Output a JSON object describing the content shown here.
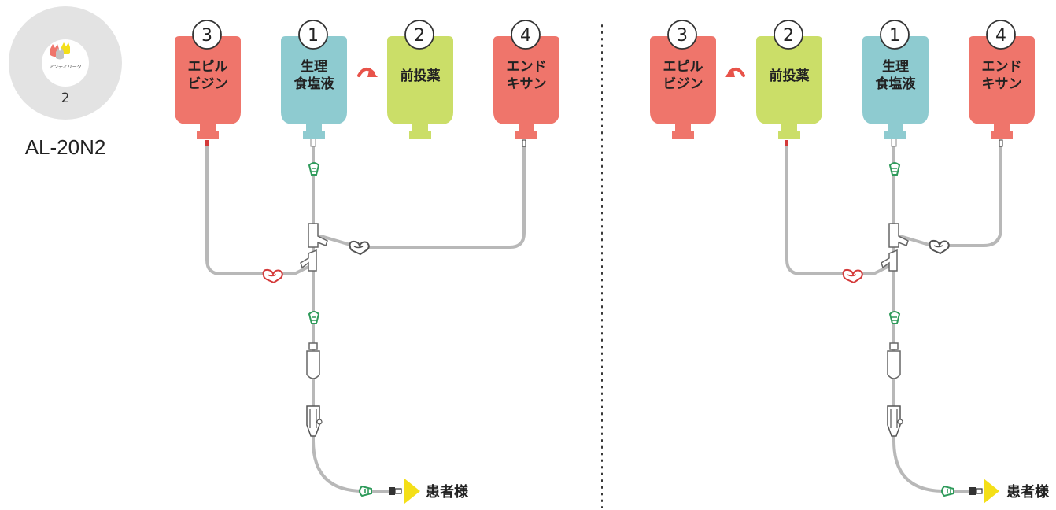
{
  "colors": {
    "red_bag": "#ef756b",
    "teal_bag": "#8ecbd0",
    "green_bag": "#cbde68",
    "tube": "#b8b8b8",
    "clamp_green": "#2e9a5a",
    "clamp_red": "#d43a3a",
    "arrow_red": "#e8534a",
    "arrow_yellow": "#f4df18"
  },
  "logo": {
    "count": "2",
    "caption": "アンティリーク"
  },
  "model": "AL-20N2",
  "left": {
    "bags": [
      {
        "num": "3",
        "line1": "エピル",
        "line2": "ビジン",
        "color": "red"
      },
      {
        "num": "1",
        "line1": "生理",
        "line2": "食塩液",
        "color": "teal"
      },
      {
        "num": "2",
        "line1": "前投薬",
        "line2": "",
        "color": "green"
      },
      {
        "num": "4",
        "line1": "エンド",
        "line2": "キサン",
        "color": "red"
      }
    ],
    "patient": "患者様"
  },
  "right": {
    "bags": [
      {
        "num": "3",
        "line1": "エピル",
        "line2": "ビジン",
        "color": "red"
      },
      {
        "num": "2",
        "line1": "前投薬",
        "line2": "",
        "color": "green"
      },
      {
        "num": "1",
        "line1": "生理",
        "line2": "食塩液",
        "color": "teal"
      },
      {
        "num": "4",
        "line1": "エンド",
        "line2": "キサン",
        "color": "red"
      }
    ],
    "patient": "患者様"
  }
}
